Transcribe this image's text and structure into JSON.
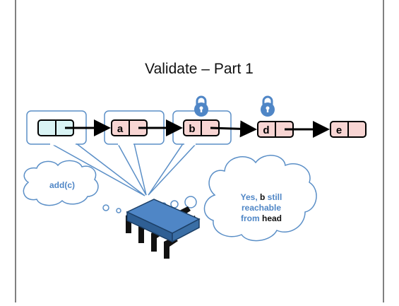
{
  "slide": {
    "title": "Validate – Part 1"
  },
  "list": {
    "nodes": [
      {
        "label": ""
      },
      {
        "label": "a"
      },
      {
        "label": "b"
      },
      {
        "label": "d"
      },
      {
        "label": "e"
      }
    ]
  },
  "thoughts": {
    "left": "add(c)",
    "right_line1_prefix": "Yes, ",
    "right_line1_var": "b",
    "right_line1_suffix": " still",
    "right_line2": "reachable",
    "right_line3_prefix": "from ",
    "right_line3_var": "head"
  },
  "colors": {
    "bubble_stroke": "#5b8fc7",
    "node_fill_pink": "#f8d5d3",
    "node_fill_cyan": "#d9f3f4",
    "lock": "#4f86c6",
    "chip": "#4f86c6",
    "thought_text": "#4f86c6"
  },
  "icons": [
    "lock-icon",
    "lock-icon",
    "cpu-icon"
  ]
}
